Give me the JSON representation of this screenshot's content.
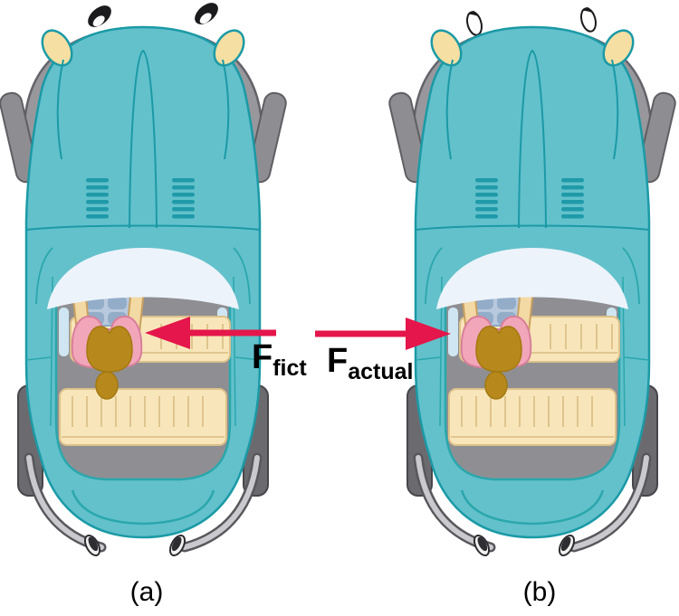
{
  "figure": {
    "panels": [
      {
        "caption": "(a)",
        "force": {
          "symbol": "F",
          "subscript": "fict"
        },
        "arrow_direction": "left"
      },
      {
        "caption": "(b)",
        "force": {
          "symbol": "F",
          "subscript": "actual"
        },
        "arrow_direction": "right"
      }
    ]
  },
  "colors": {
    "arrow": "#e4164b",
    "car_body": "#63c1cb",
    "car_outline": "#1b9aa6",
    "windshield": "#edf3fb",
    "interior_gray": "#8f8f93",
    "seat_cream": "#f8e6ba",
    "seat_line": "#dcc18a",
    "bumper_gray": "#98989c",
    "wheel_gray": "#6b6b6f",
    "fender_silver": "#cacace",
    "mirror_gray": "#8e8e92",
    "headlight_cream": "#f6dfa2",
    "driver_head": "#b7891d",
    "driver_shoulders": "#f2a6ba",
    "driver_arms": "#f3d9a4",
    "steering_wheel": "#b9c9dd"
  }
}
